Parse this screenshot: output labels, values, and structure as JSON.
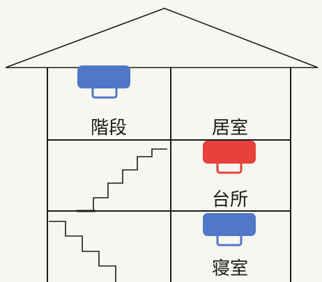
{
  "rooms": {
    "stairs": {
      "label": "階段"
    },
    "living": {
      "label": "居室"
    },
    "kitchen": {
      "label": "台所"
    },
    "bedroom": {
      "label": "寝室"
    }
  },
  "colors": {
    "background": "#f7f6f0",
    "line": "#1a1a1a",
    "detector_blue": "#4f78c6",
    "detector_red": "#e8403a"
  },
  "icons": {
    "detector": "smoke-detector-icon"
  }
}
